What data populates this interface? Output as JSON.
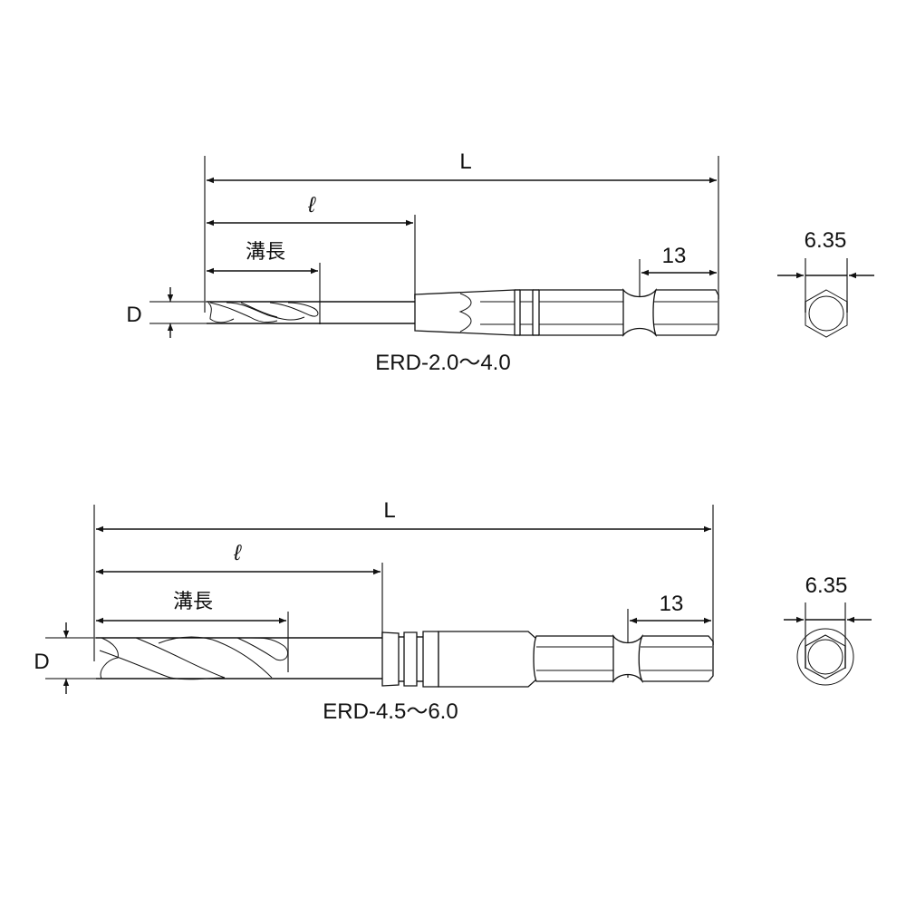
{
  "diagrams": [
    {
      "model": "ERD-2.0～4.0",
      "dimensions": {
        "overall_length": "L",
        "effective_length": "ℓ",
        "flute_length": "溝長",
        "diameter": "D",
        "hex_length": "13"
      },
      "end_view": {
        "hex_width": "6.35"
      }
    },
    {
      "model": "ERD-4.5～6.0",
      "dimensions": {
        "overall_length": "L",
        "effective_length": "ℓ",
        "flute_length": "溝長",
        "diameter": "D",
        "hex_length": "13"
      },
      "end_view": {
        "hex_width": "6.35"
      }
    }
  ],
  "colors": {
    "line": "#111111",
    "extension_line": "#555555",
    "background": "#ffffff"
  }
}
